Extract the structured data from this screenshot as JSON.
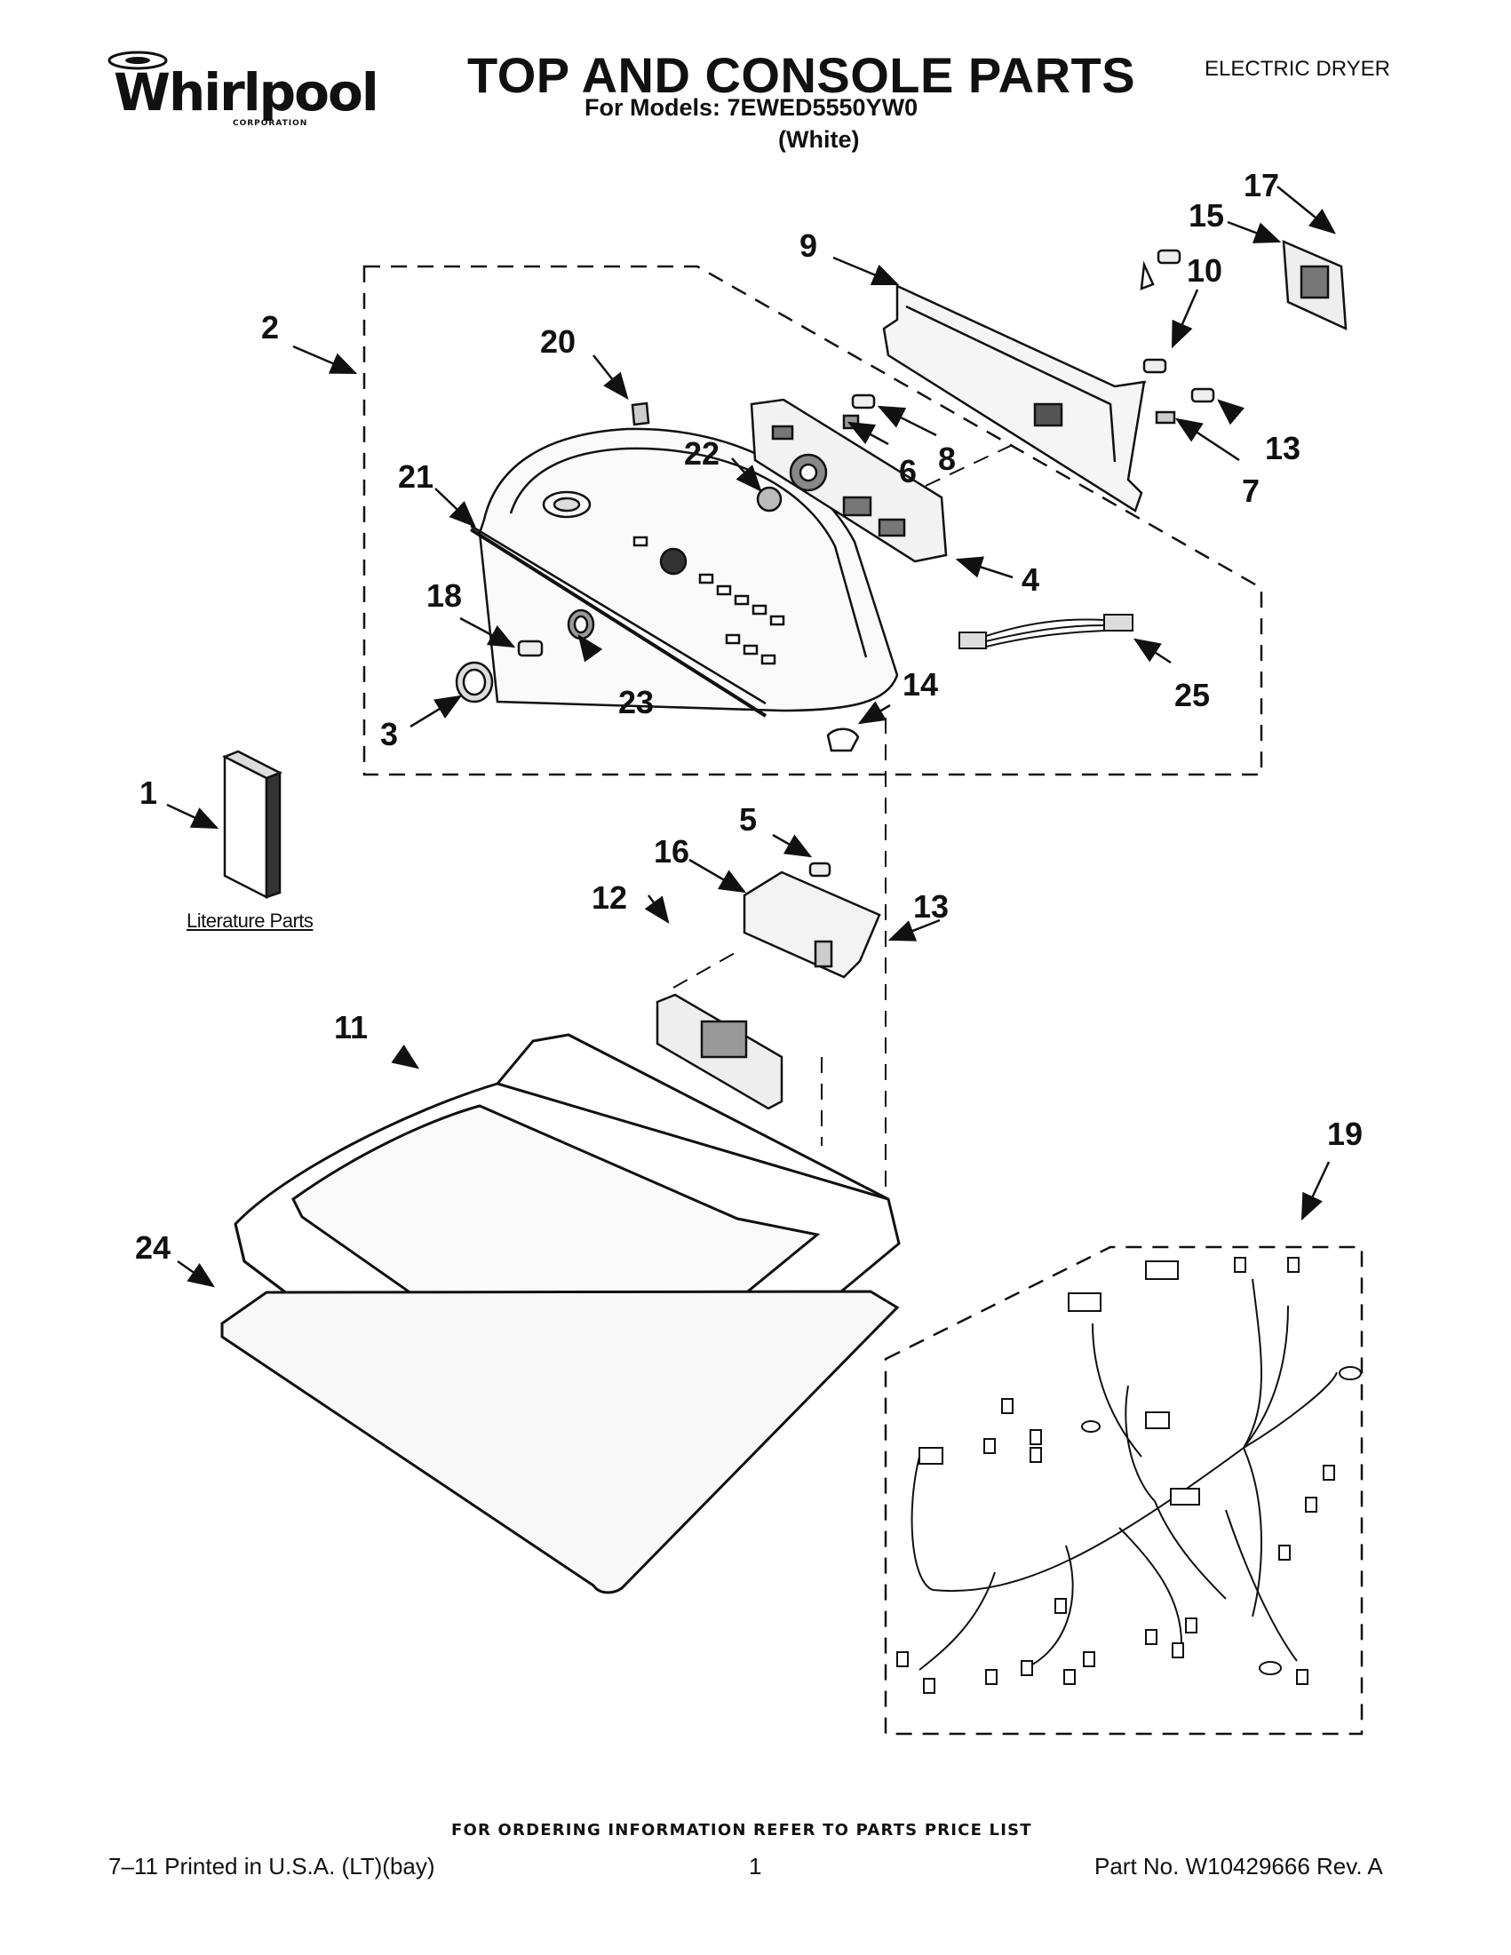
{
  "header": {
    "brand": "Whirlpool",
    "brand_sub": "CORPORATION",
    "title": "TOP AND CONSOLE PARTS",
    "model_line": "For Models: 7EWED5550YW0",
    "color_line": "(White)",
    "product_type": "ELECTRIC DRYER"
  },
  "diagram": {
    "literature_label": "Literature Parts",
    "callouts": [
      "1",
      "2",
      "3",
      "4",
      "5",
      "6",
      "7",
      "8",
      "9",
      "10",
      "11",
      "12",
      "13",
      "13",
      "14",
      "15",
      "16",
      "17",
      "18",
      "19",
      "20",
      "21",
      "22",
      "23",
      "24",
      "25"
    ]
  },
  "footer": {
    "ordering_info": "FOR ORDERING INFORMATION REFER TO PARTS PRICE LIST",
    "printed": "7–11 Printed in U.S.A. (LT)(bay)",
    "page_number": "1",
    "part_number": "Part No. W10429666 Rev. A"
  }
}
